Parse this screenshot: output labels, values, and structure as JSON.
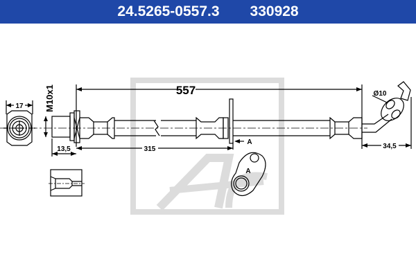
{
  "header": {
    "part_number": "24.5265-0557.3",
    "reference_number": "330928",
    "background_color": "#1f48a8"
  },
  "dimensions": {
    "total_length": "557",
    "bracket_distance": "315",
    "fitting_length": "13,5",
    "hex_width": "17",
    "thread": "M10x1",
    "eye_diameter": "Ø10",
    "end_offset": "34,5"
  },
  "labels": {
    "section_marker": "A",
    "detail_label": "A"
  },
  "watermark": {
    "logo_text": "Ate",
    "color": "#dcdcdc"
  }
}
